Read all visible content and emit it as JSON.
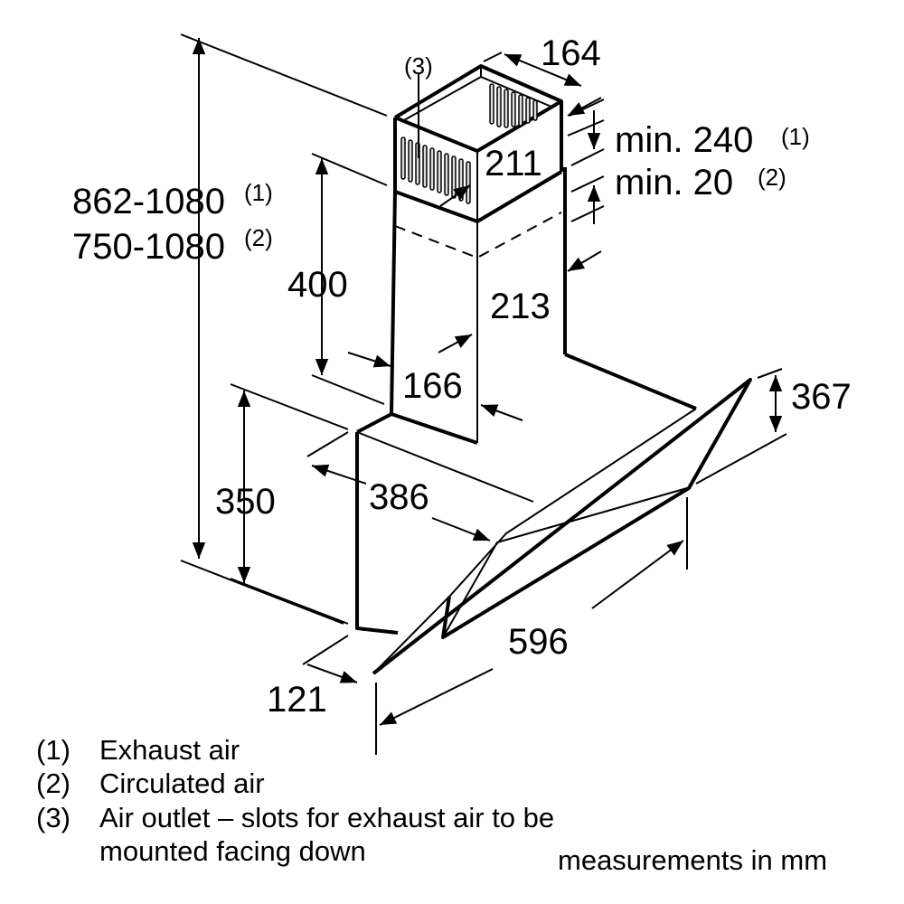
{
  "dimensions": {
    "total_height_1": "862-1080",
    "total_height_1_ref": "(1)",
    "total_height_2": "750-1080",
    "total_height_2_ref": "(2)",
    "chimney_top_width": "164",
    "chimney_top_depth": "211",
    "gap_min_exhaust": "min. 240",
    "gap_min_exhaust_ref": "(1)",
    "gap_min_circulated": "min. 20",
    "gap_min_circulated_ref": "(2)",
    "chimney_height": "400",
    "chimney_lower_width": "213",
    "chimney_lower_depth": "166",
    "body_height": "350",
    "body_depth": "386",
    "glass_height": "367",
    "width": "596",
    "glass_offset": "121",
    "outlet_ref": "(3)"
  },
  "legend": [
    {
      "num": "(1)",
      "text": "Exhaust air"
    },
    {
      "num": "(2)",
      "text": "Circulated air"
    },
    {
      "num": "(3)",
      "text": "Air outlet – slots for exhaust air to be",
      "text2": "mounted facing down"
    }
  ],
  "units_note": "measurements in mm"
}
